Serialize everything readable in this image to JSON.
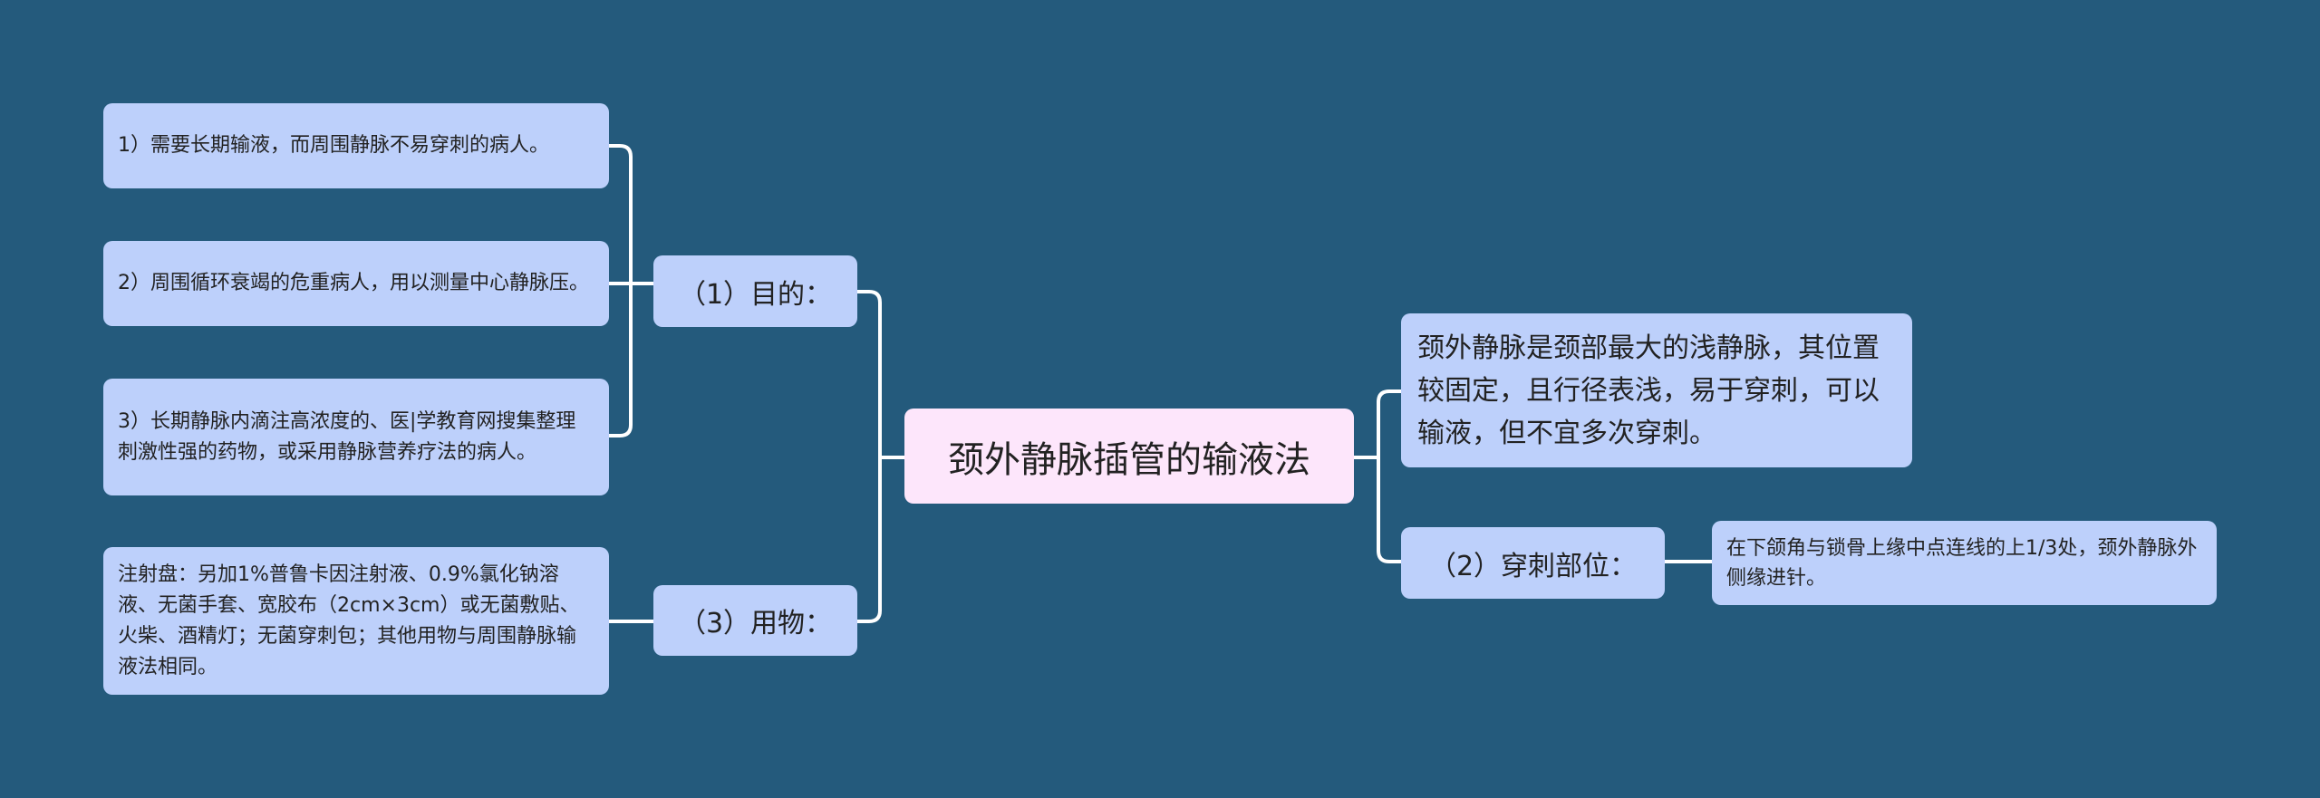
{
  "center": {
    "label": "颈外静脉插管的输液法"
  },
  "left": {
    "purpose": {
      "label": "（1）目的：",
      "items": [
        "1）需要长期输液，而周围静脉不易穿刺的病人。",
        "2）周围循环衰竭的危重病人，用以测量中心静脉压。",
        "3）长期静脉内滴注高浓度的、医|学教育网搜集整理刺激性强的药物，或采用静脉营养疗法的病人。"
      ]
    },
    "supplies": {
      "label": "（3）用物：",
      "items": [
        "注射盘：另加1%普鲁卡因注射液、0.9%氯化钠溶液、无菌手套、宽胶布（2cm×3cm）或无菌敷贴、火柴、酒精灯；无菌穿刺包；其他用物与周围静脉输液法相同。"
      ]
    }
  },
  "right": {
    "description": "颈外静脉是颈部最大的浅静脉，其位置较固定，且行径表浅，易于穿刺，可以输液，但不宜多次穿刺。",
    "site": {
      "label": "（2）穿刺部位：",
      "items": [
        "在下颌角与锁骨上缘中点连线的上1/3处，颈外静脉外侧缘进针。"
      ]
    }
  },
  "colors": {
    "background": "#245a7c",
    "node": "#bdd0fb",
    "center": "#fde6fb",
    "line": "#ffffff"
  }
}
